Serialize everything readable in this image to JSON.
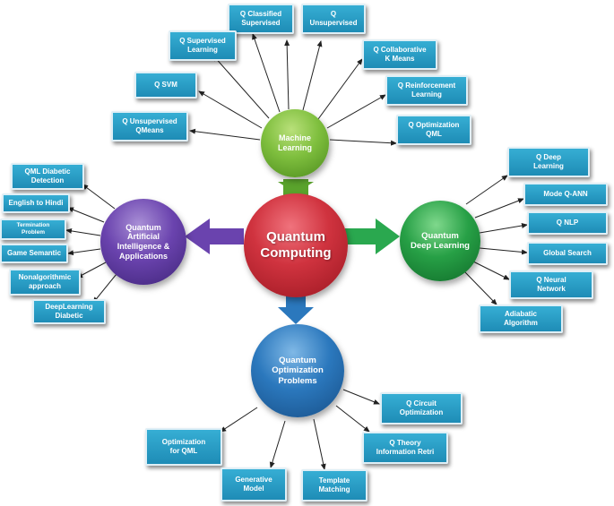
{
  "center": {
    "label": "Quantum\nComputing",
    "color": "#c8303c"
  },
  "machine_learning": {
    "label": "Machine\nLearning",
    "color": "#7fbf3e",
    "items": [
      "Q Classified\nSupervised",
      "Q\nUnsupervised",
      "Q Supervised\nLearning",
      "Q Collaborative\nK Means",
      "Q SVM",
      "Q Reinforcement\nLearning",
      "Q Unsupervised\nQMeans",
      "Q Optimization\nQML"
    ]
  },
  "deep_learning": {
    "label": "Quantum\nDeep Learning",
    "color": "#1f9a45",
    "items": [
      "Q Deep\nLearning",
      "Mode Q-ANN",
      "Q NLP",
      "Global Search",
      "Q Neural\nNetwork",
      "Adiabatic\nAlgorithm"
    ]
  },
  "ai_applications": {
    "label": "Quantum\nArtificial\nIntelligence &\nApplications",
    "color": "#5b3a9e",
    "items": [
      "QML Diabetic\nDetection",
      "English to Hindi",
      "Termination\nProblem",
      "Game Semantic",
      "Nonalgorithmic\napproach",
      "DeepLearning\nDiabetic"
    ]
  },
  "optimization": {
    "label": "Quantum\nOptimization\nProblems",
    "color": "#2169ad",
    "items": [
      "Q Circuit\nOptimization",
      "Q Theory\nInformation Retri",
      "Optimization\nfor QML",
      "Generative\nModel",
      "Template\nMatching"
    ]
  },
  "colors": {
    "box": "#2a9dc8",
    "arrow_purple": "#6a43ae",
    "arrow_green": "#2aa84f",
    "arrow_blue": "#2b78bd",
    "connector": "#222222"
  }
}
